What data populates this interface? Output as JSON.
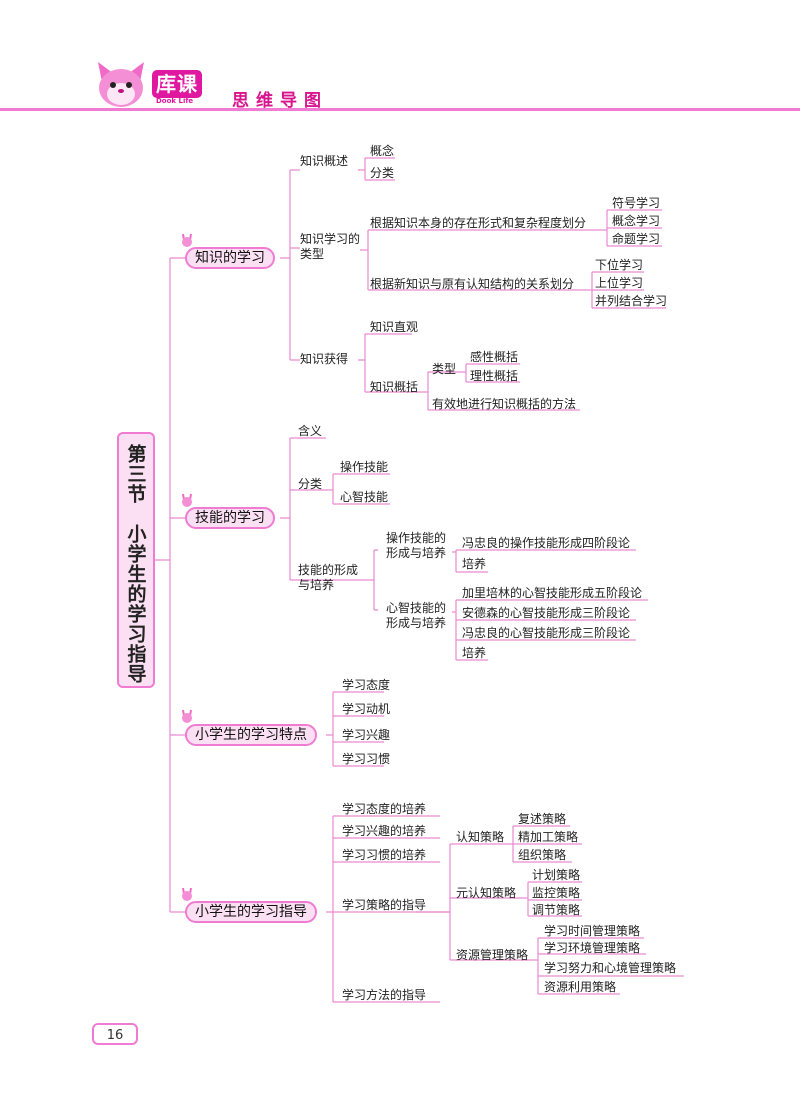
{
  "header": {
    "logo_text": "库课",
    "logo_sub": "Dook Life",
    "title": "思维导图"
  },
  "root": "第三节　小学生的学习指导",
  "k": {
    "title": "知识的学习",
    "overview": "知识概述",
    "concept": "概念",
    "class": "分类",
    "types": "知识学习的类型",
    "by_form": "根据知识本身的存在形式和复杂程度划分",
    "symbol": "符号学习",
    "concept_l": "概念学习",
    "prop": "命题学习",
    "by_struct": "根据新知识与原有认知结构的关系划分",
    "sub": "下位学习",
    "super": "上位学习",
    "parallel": "并列结合学习",
    "acquire": "知识获得",
    "intuit": "知识直观",
    "generalize": "知识概括",
    "type": "类型",
    "perceptual": "感性概括",
    "rational": "理性概括",
    "effective": "有效地进行知识概括的方法"
  },
  "s": {
    "title": "技能的学习",
    "meaning": "含义",
    "class": "分类",
    "op_skill": "操作技能",
    "mind_skill": "心智技能",
    "formation": "技能的形成与培养",
    "op_form": "操作技能的形成与培养",
    "feng4": "冯忠良的操作技能形成四阶段论",
    "train1": "培养",
    "mind_form": "心智技能的形成与培养",
    "galperin": "加里培林的心智技能形成五阶段论",
    "anderson": "安德森的心智技能形成三阶段论",
    "feng3": "冯忠良的心智技能形成三阶段论",
    "train2": "培养"
  },
  "c": {
    "title": "小学生的学习特点",
    "attitude": "学习态度",
    "motive": "学习动机",
    "interest": "学习兴趣",
    "habit": "学习习惯"
  },
  "g": {
    "title": "小学生的学习指导",
    "attitude": "学习态度的培养",
    "interest": "学习兴趣的培养",
    "habit": "学习习惯的培养",
    "strategy": "学习策略的指导",
    "method": "学习方法的指导",
    "cognitive": "认知策略",
    "rehearsal": "复述策略",
    "elaboration": "精加工策略",
    "organization": "组织策略",
    "meta": "元认知策略",
    "plan": "计划策略",
    "monitor": "监控策略",
    "regulate": "调节策略",
    "resource": "资源管理策略",
    "time": "学习时间管理策略",
    "env": "学习环境管理策略",
    "effort": "学习努力和心境管理策略",
    "use": "资源利用策略"
  },
  "page_number": "16",
  "colors": {
    "accent": "#f07bd2",
    "brand": "#e0179f",
    "fill": "#fbe0f3"
  }
}
